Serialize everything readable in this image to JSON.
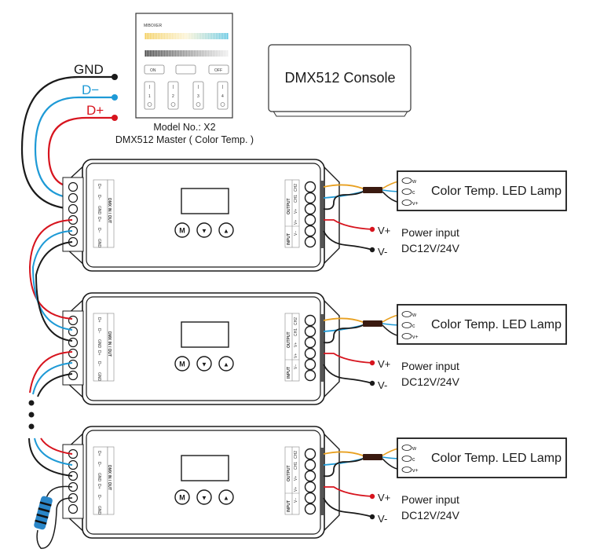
{
  "bus_labels": {
    "gnd": "GND",
    "d_minus": "D−",
    "d_plus": "D+"
  },
  "master": {
    "brand": "MIBOXER",
    "buttons": [
      "ON",
      "",
      "OFF"
    ],
    "zones": [
      "1",
      "2",
      "3",
      "4"
    ],
    "model_line": "Model No.: X2",
    "desc_line": "DMX512 Master ( Color Temp. )"
  },
  "console": {
    "label": "DMX512 Console"
  },
  "decoder": {
    "dmx_title": "DMX IN / OUT",
    "dmx_pins": [
      "D+",
      "D−",
      "GND",
      "D+",
      "D−",
      "GND"
    ],
    "output_title": "OUTPUT",
    "input_title": "INPUT",
    "out_pins": [
      "CH2",
      "CH1",
      "V+"
    ],
    "in_pins": [
      "V+",
      "V−"
    ],
    "buttons": {
      "menu": "M",
      "down": "▼",
      "up": "▲"
    }
  },
  "lamp": {
    "label": "Color Temp. LED Lamp",
    "pins": [
      "w",
      "c",
      "v+"
    ]
  },
  "power": {
    "vplus": "V+",
    "vminus": "V-",
    "line1": "Power input",
    "line2": "DC12V/24V"
  },
  "colors": {
    "red": "#d7141e",
    "blue": "#1e9ad6",
    "black": "#1a1a1a",
    "orange": "#e8a020",
    "resistor": "#2a86c8"
  },
  "units": [
    {
      "id": "unit-1"
    },
    {
      "id": "unit-2"
    },
    {
      "id": "unit-3"
    }
  ]
}
